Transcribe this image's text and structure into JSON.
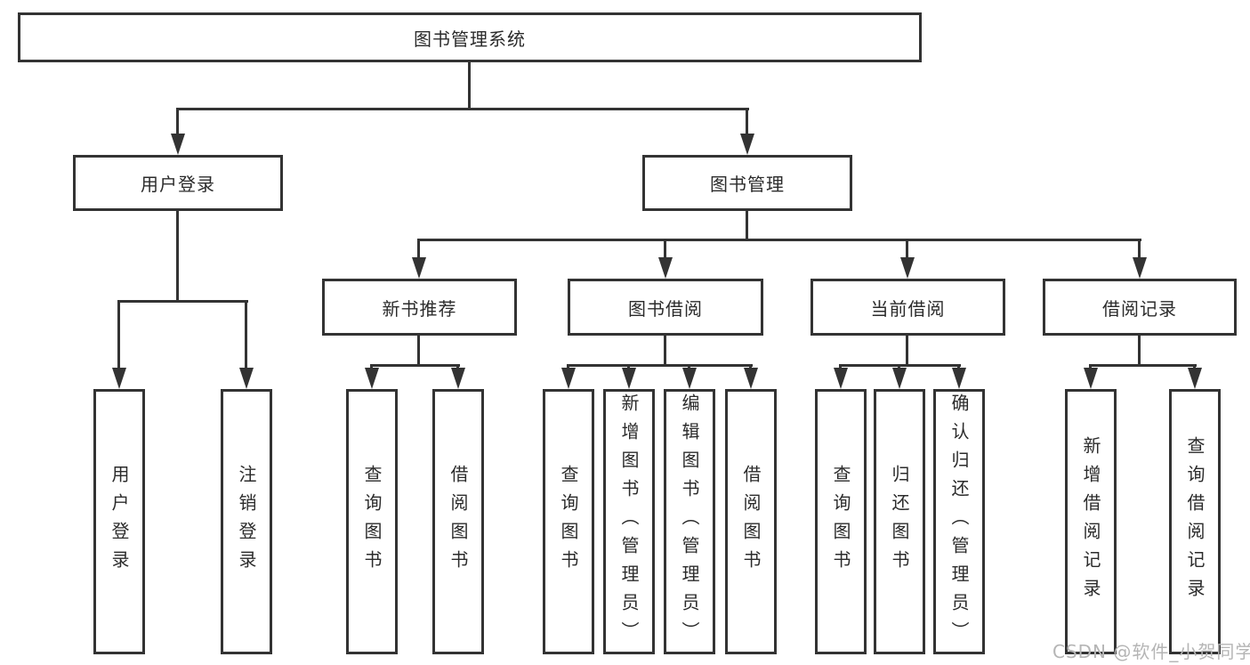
{
  "diagram": {
    "line_color": "#333333",
    "text_color": "#2b2b2b",
    "box_background": "#ffffff",
    "watermark": {
      "text": "CSDN @软件_小贺同学",
      "color": "#b5b5b5"
    },
    "tree": {
      "label": "图书管理系统",
      "children": [
        {
          "label": "用户登录",
          "children": [
            {
              "label": "用户登录"
            },
            {
              "label": "注销登录"
            }
          ]
        },
        {
          "label": "图书管理",
          "children": [
            {
              "label": "新书推荐",
              "children": [
                {
                  "label": "查询图书"
                },
                {
                  "label": "借阅图书"
                }
              ]
            },
            {
              "label": "图书借阅",
              "children": [
                {
                  "label": "查询图书"
                },
                {
                  "label": "新增图书（管理员）"
                },
                {
                  "label": "编辑图书（管理员）"
                },
                {
                  "label": "借阅图书"
                }
              ]
            },
            {
              "label": "当前借阅",
              "children": [
                {
                  "label": "查询图书"
                },
                {
                  "label": "归还图书"
                },
                {
                  "label": "确认归还（管理员）"
                }
              ]
            },
            {
              "label": "借阅记录",
              "children": [
                {
                  "label": "新增借阅记录"
                },
                {
                  "label": "查询借阅记录"
                }
              ]
            }
          ]
        }
      ]
    }
  }
}
